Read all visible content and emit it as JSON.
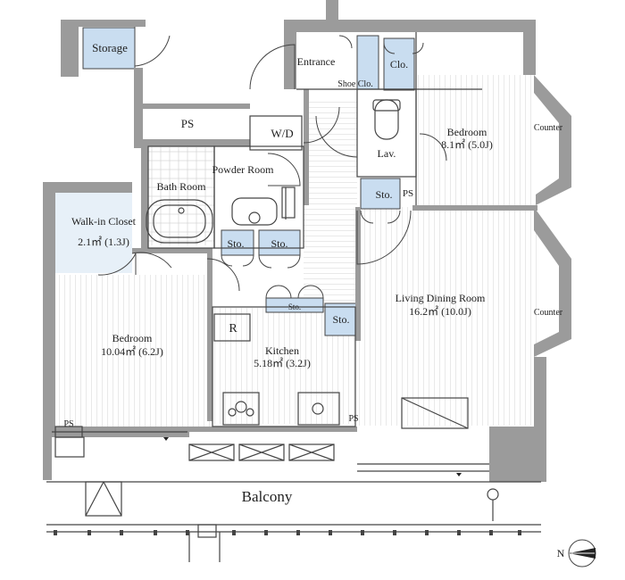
{
  "rooms": {
    "storage": "Storage",
    "ps_top": "PS",
    "entrance": "Entrance",
    "shoe_closet": "Shoe Clo.",
    "closet": "Clo.",
    "wd": "W/D",
    "bedroom_1": {
      "name": "Bedroom",
      "area": "8.1㎡ (5.0J)"
    },
    "counter_top": "Counter",
    "lavatory": "Lav.",
    "bath_room": "Bath Room",
    "powder_room": "Powder Room",
    "sto_lav": "Sto.",
    "ps_lav": "PS",
    "walk_in_closet": {
      "name": "Walk-in Closet",
      "area": "2.1㎡ (1.3J)"
    },
    "sto_a": "Sto.",
    "sto_b": "Sto.",
    "living_dining": {
      "name": "Living Dining Room",
      "area": "16.2㎡ (10.0J)"
    },
    "counter_mid": "Counter",
    "sto_c": "Sto.",
    "sto_d": "Sto.",
    "refrigerator": "R",
    "kitchen": {
      "name": "Kitchen",
      "area": "5.18㎡ (3.2J)"
    },
    "bedroom_2": {
      "name": "Bedroom",
      "area": "10.04㎡ (6.2J)"
    },
    "ps_bed": "PS",
    "ps_kitchen": "PS",
    "balcony": "Balcony"
  },
  "compass": {
    "letter": "N",
    "icon": "north-arrow-icon"
  },
  "colors": {
    "wall": "#9b9b9b",
    "line": "#444444",
    "storage_fill": "#c9ddf0",
    "floor_line": "#c8c8c8"
  }
}
